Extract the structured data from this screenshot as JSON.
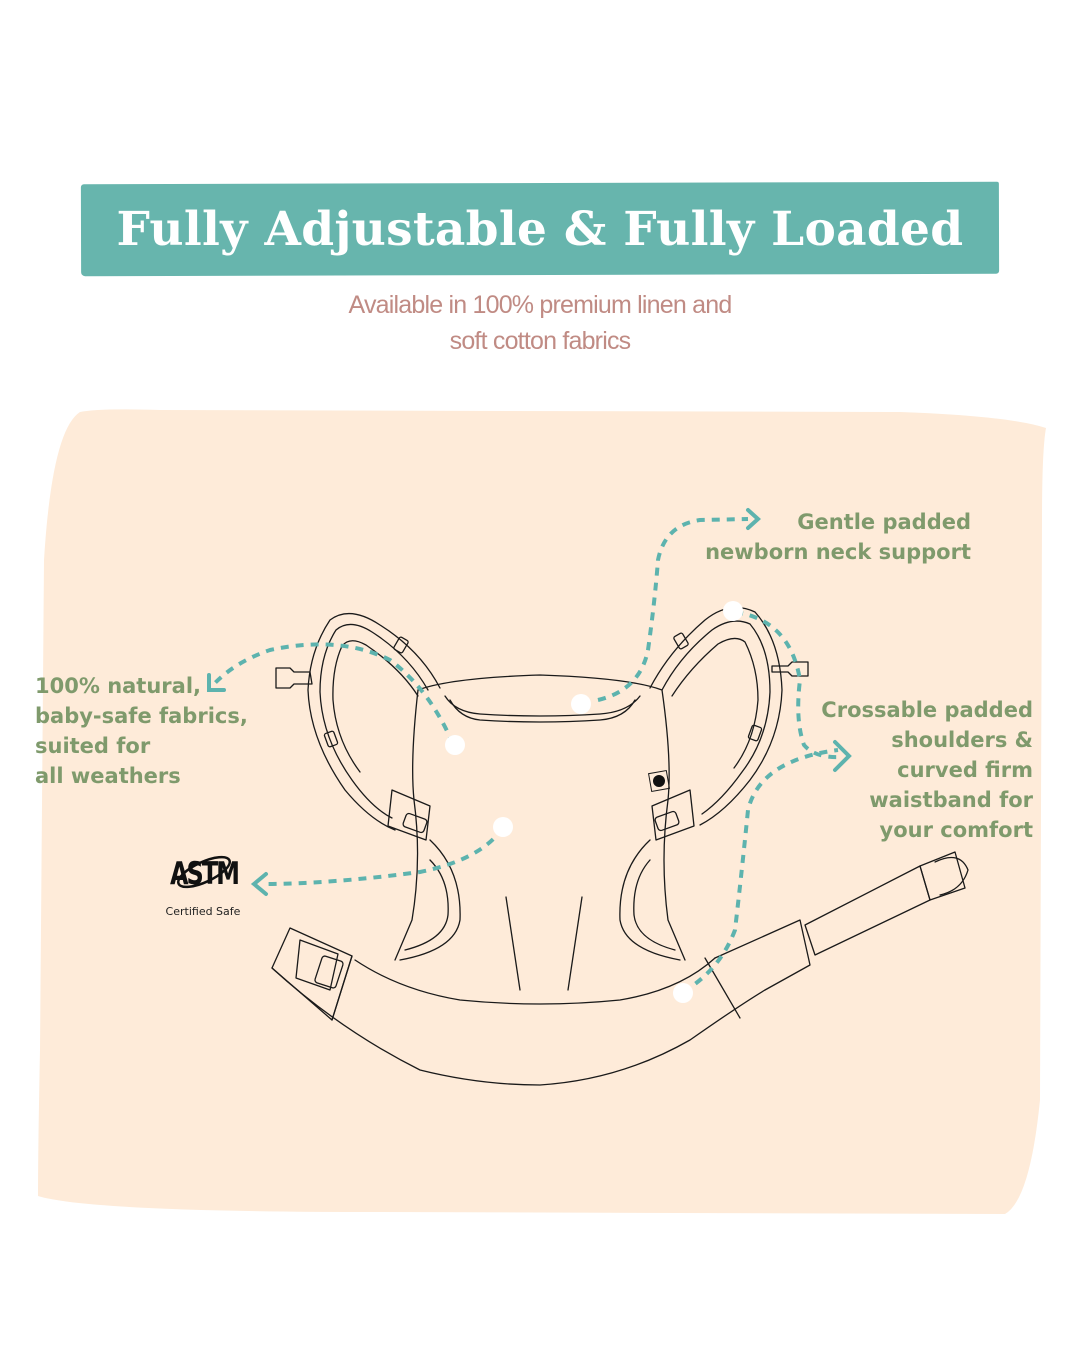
{
  "header": {
    "title": "Fully Adjustable & Fully Loaded",
    "subtitle_lines": [
      "Available in 100% premium linen and",
      "soft cotton fabrics"
    ]
  },
  "callouts": {
    "neck_support": {
      "lines": [
        "Gentle padded",
        "newborn neck support"
      ]
    },
    "fabrics": {
      "lines": [
        "100% natural,",
        "baby-safe fabrics,",
        "suited for",
        "all weathers"
      ]
    },
    "shoulders": {
      "lines": [
        "Crossable padded",
        "shoulders &",
        "curved firm",
        "waistband for",
        "your comfort"
      ]
    }
  },
  "certification": {
    "logo_text": "ASTM",
    "label": "Certified Safe"
  },
  "colors": {
    "banner": "#67b5ad",
    "subtitle": "#c08b84",
    "panel": "#feebd9",
    "callout_text": "#7f9a6c",
    "arrow": "#5db3ae",
    "marker": "#ffffff",
    "outline": "#1a1a1a"
  }
}
